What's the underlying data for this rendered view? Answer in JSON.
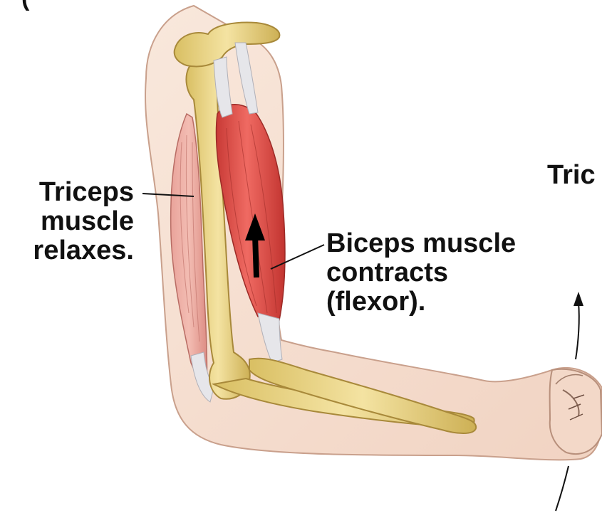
{
  "figure": {
    "panel_letter_partial": "(",
    "labels": {
      "triceps": [
        "Triceps",
        "muscle",
        "relaxes."
      ],
      "biceps": [
        "Biceps muscle",
        "contracts",
        "(flexor)."
      ],
      "triceps_cut": "Tric"
    },
    "colors": {
      "skin": "#f6e1d3",
      "skin_outline": "#c9a08c",
      "bone": "#ecd98e",
      "bone_shadow": "#c8a84a",
      "muscle": "#e2504a",
      "muscle_light": "#f08c84",
      "tendon": "#e6e6ea",
      "arrow": "#000000"
    }
  }
}
